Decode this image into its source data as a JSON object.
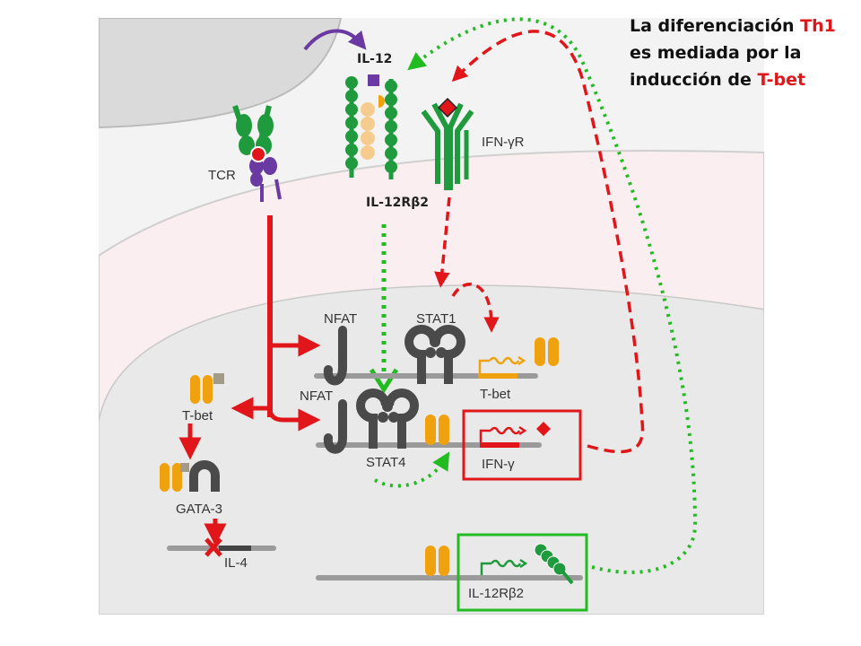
{
  "caption": {
    "line1_text": "La diferenciación ",
    "line1_highlight": "Th1",
    "line2": "es mediada por la",
    "line3_text": "inducción de ",
    "line3_highlight": "T-bet"
  },
  "labels": {
    "il12": "IL-12",
    "ifngr": "IFN-γR",
    "tcr": "TCR",
    "il12rb2_receptor": "IL-12Rβ2",
    "nfat_top": "NFAT",
    "stat1": "STAT1",
    "tbet_gene": "T-bet",
    "nfat_mid": "NFAT",
    "stat4": "STAT4",
    "ifng_gene": "IFN-γ",
    "tbet_protein": "T-bet",
    "gata3": "GATA-3",
    "il4": "IL-4",
    "il12rb2_gene": "IL-12Rβ2"
  },
  "colors": {
    "red": "#e0161a",
    "green": "#22bb22",
    "receptor_green": "#1f9a3c",
    "purple": "#6a3aa2",
    "orange": "#f0a20e",
    "peach": "#f6cc8e",
    "dark": "#4a4a4a",
    "cell": "#f1f1f1",
    "cytoplasm": "#fbeef0",
    "nucleus": "#e9e9e9"
  }
}
